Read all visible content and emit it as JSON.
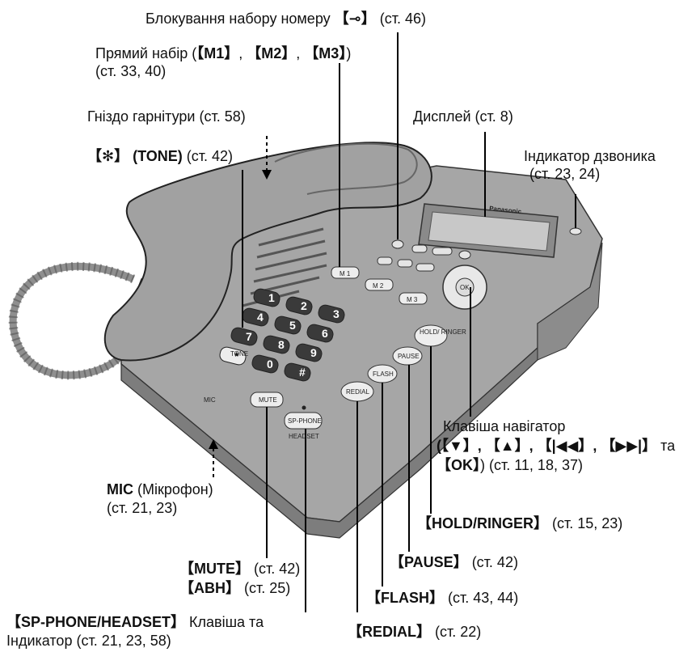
{
  "brand": "Panasonic",
  "keypad": {
    "keys": [
      "1",
      "2",
      "3",
      "4",
      "5",
      "6",
      "7",
      "8",
      "9",
      "*",
      "0",
      "#"
    ],
    "tone_label": "TONE"
  },
  "buttons": {
    "m1": "M 1",
    "m2": "M 2",
    "m3": "M 3",
    "hold_ringer": "HOLD/ RINGER",
    "pause": "PAUSE",
    "flash": "FLASH",
    "redial": "REDIAL",
    "mute": "MUTE",
    "sp_phone": "SP-PHONE",
    "headset": "HEADSET",
    "ok": "OK",
    "mic": "MIC"
  },
  "labels": {
    "dial_lock": {
      "text": "Блокування набору номеру ",
      "key": "【⊸】",
      "ref": " (ст. 46)"
    },
    "direct_dial": {
      "line1_text": "Прямий набір (",
      "m1": "【M1】",
      "sep1": ", ",
      "m2": "【M2】",
      "sep2": ", ",
      "m3": "【M3】",
      "close": ")",
      "line2": "(ст. 33, 40)"
    },
    "headset_jack": "Гніздо гарнітури (ст. 58)",
    "tone": {
      "key": "【✻】 (TONE)",
      "ref": " (ст. 42)"
    },
    "display": "Дисплей (ст. 8)",
    "ringer_indicator": {
      "line1": "Індикатор дзвоника",
      "line2": "(ст. 23, 24)"
    },
    "navigator": {
      "line1": "Клавіша навігатор",
      "line2_keys": "(【▼】, 【▲】, 【|◀◀】, 【▶▶|】",
      "line2_suffix": " та",
      "line3_key": "【OK】",
      "line3_ref": ") (ст. 11, 18, 37)"
    },
    "hold_ringer": {
      "key": "【HOLD/RINGER】",
      "ref": " (ст. 15, 23)"
    },
    "mic": {
      "key": "MIC",
      "rest": " (Мікрофон)",
      "line2": "(ст. 21, 23)"
    },
    "pause": {
      "key": "【PAUSE】",
      "ref": " (ст. 42)"
    },
    "mute": {
      "key": "【MUTE】",
      "ref": " (ст. 42)"
    },
    "abn": {
      "key": "【АВН】",
      "ref": " (ст. 25)"
    },
    "flash": {
      "key": "【FLASH】",
      "ref": " (ст. 43, 44)"
    },
    "sp_phone": {
      "key": "【SP-PHONE/HEADSET】",
      "rest": " Клавіша та",
      "line2": "Індикатор (ст. 21, 23, 58)"
    },
    "redial": {
      "key": "【REDIAL】",
      "ref": " (ст. 22)"
    }
  },
  "colors": {
    "body": "#a9a9a9",
    "body_dark": "#7d7d7d",
    "body_light": "#cfcfcf",
    "display": "#bdbdbd",
    "key": "#ededed"
  }
}
